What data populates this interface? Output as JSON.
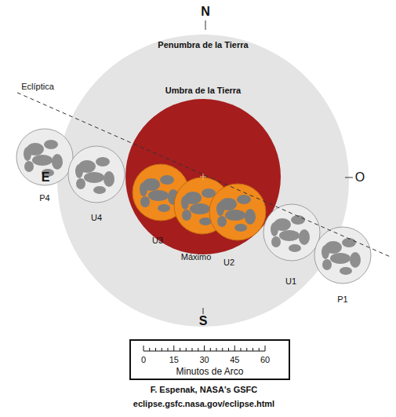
{
  "diagram": {
    "nodes": [
      {
        "text": [
          "Penumbra de la Tierra"
        ]
      },
      {
        "text": [
          "Umbra de la Tierra"
        ],
        "in": 0
      },
      {
        "text": [
          "0",
          "15",
          "30",
          "45",
          "60",
          "Minutos de Arco"
        ]
      }
    ],
    "labels": [
      "N",
      "Eclíptica",
      "E",
      "O",
      "P4",
      "U4",
      "U3",
      "Máximo",
      "U2",
      "U1",
      "P1",
      "S",
      "F. Espenak, NASA's GSFC",
      "eclipse.gsfc.nasa.gov/eclipse.html"
    ]
  }
}
